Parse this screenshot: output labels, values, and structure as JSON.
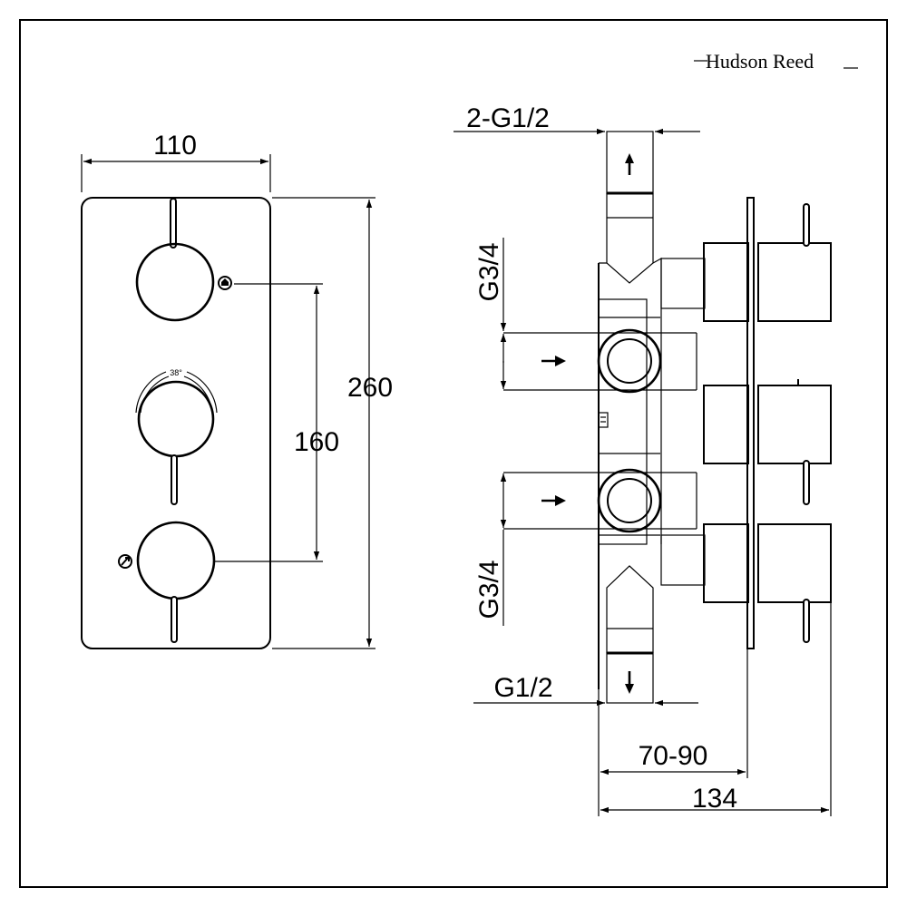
{
  "brand": {
    "name": "Hudson Reed"
  },
  "front_view": {
    "width_label": "110",
    "height_label": "260",
    "handle_spacing_label": "160",
    "thermostat_scale_label": "38°",
    "icons": [
      "shower-outlet-icon",
      "hand-shower-outlet-icon"
    ]
  },
  "side_view": {
    "top_outlet_label": "2-G1/2",
    "upper_inlet_label": "G3/4",
    "lower_inlet_label": "G3/4",
    "bottom_outlet_label": "G1/2",
    "wall_depth_label": "70-90",
    "total_depth_label": "134"
  },
  "colors": {
    "line": "#000000",
    "background": "#ffffff"
  }
}
